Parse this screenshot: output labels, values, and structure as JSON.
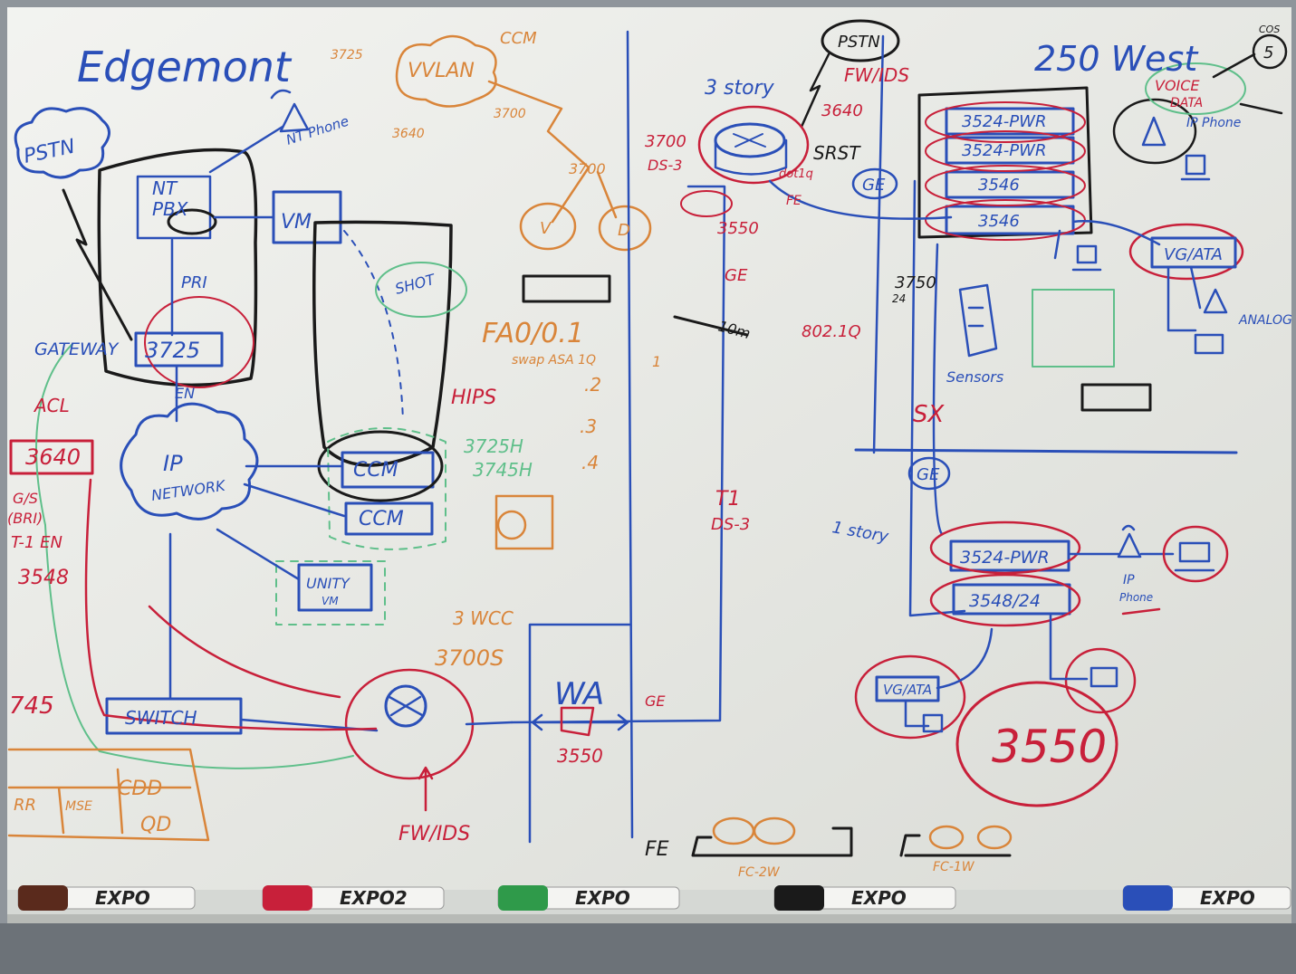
{
  "colors": {
    "blue": "#2a4fb8",
    "red": "#c8203a",
    "orange": "#d9853a",
    "green": "#5fbf8a",
    "black": "#1a1a1a",
    "board": "#e9ebe6",
    "frame": "#9aa0a6",
    "tray": "#c9ccc8"
  },
  "left": {
    "title": "Edgemont",
    "pstn": "PSTN",
    "nt_pbx_line1": "NT",
    "nt_pbx_line2": "PBX",
    "nt_phone": "NT Phone",
    "pri": "PRI",
    "gateway": "GATEWAY",
    "router_3725": "3725",
    "acl": "ACL",
    "router_3640": "3640",
    "side_notes": [
      "G/S",
      "(BRI)",
      "T-1 EN",
      "3548",
      "745"
    ],
    "en": "EN",
    "ip_network_line1": "IP",
    "ip_network_line2": "NETWORK",
    "vm": "VM",
    "shot": "SHOT",
    "ccm1": "CCM",
    "ccm2": "CCM",
    "unity_line1": "UNITY",
    "unity_line2": "VM",
    "switch": "SWITCH",
    "model_3725": "3725H",
    "model_3745": "3745H",
    "fw_ids": "FW/IDS",
    "bottom_box": [
      "RR",
      "MSE",
      "CDD",
      "QD"
    ]
  },
  "middle": {
    "vvlan": "VVLAN",
    "ccm": "CCM",
    "n3725": "3725",
    "n3640": "3640",
    "n3700a": "3700",
    "n3700b": "3700",
    "v": "V",
    "d": "D",
    "fa": "FA0/0.1",
    "swap": "swap ASA 1Q",
    "one": "1",
    "sub": [
      ".2",
      ".3",
      ".4"
    ],
    "hips": "HIPS",
    "wcc": "3 WCC",
    "n3700s": "3700S",
    "wan": "WA",
    "n3550": "3550",
    "t1": "T1",
    "ds3": "DS-3",
    "ge": "GE"
  },
  "right": {
    "title": "250 West",
    "pstn": "PSTN",
    "fw_ids": "FW/IDS",
    "three_story": "3 story",
    "n3640": "3640",
    "n3700": "3700",
    "ds3": "DS-3",
    "srst": "SRST",
    "dot1q": "dot1q",
    "fe": "FE",
    "ge1": "GE",
    "n3550": "3550",
    "ge2": "GE",
    "tenm": "10m",
    "dot1q2": "802.1Q",
    "cos": "COS",
    "cos_val": "5",
    "voice": "VOICE",
    "data": "DATA",
    "ip_phone": "IP Phone",
    "stack": [
      "3524-PWR",
      "3524-PWR",
      "3546",
      "3546"
    ],
    "vg_ata": "VG/ATA",
    "analog": "ANALOG",
    "n3750": "3750",
    "n24": "24",
    "sensor": "Sensors",
    "sx": "SX",
    "ge3": "GE",
    "one_story": "1 story",
    "sw1": "3524-PWR",
    "sw2": "3548/24",
    "ip_phone2_line1": "IP",
    "ip_phone2_line2": "Phone",
    "vg_ata2": "VG/ATA",
    "big_3550": "3550",
    "fe_bottom": "FE",
    "fc2w": "FC-2W",
    "fc1w": "FC-1W",
    "ge_mid": "GE"
  },
  "tray": {
    "markers": [
      "EXPO",
      "EXPO2",
      "EXPO",
      "EXPO",
      "EXPO"
    ],
    "marker_colors": [
      "#5a2a1c",
      "#c8203a",
      "#2f9a4a",
      "#1a1a1a",
      "#2a4fb8"
    ]
  }
}
